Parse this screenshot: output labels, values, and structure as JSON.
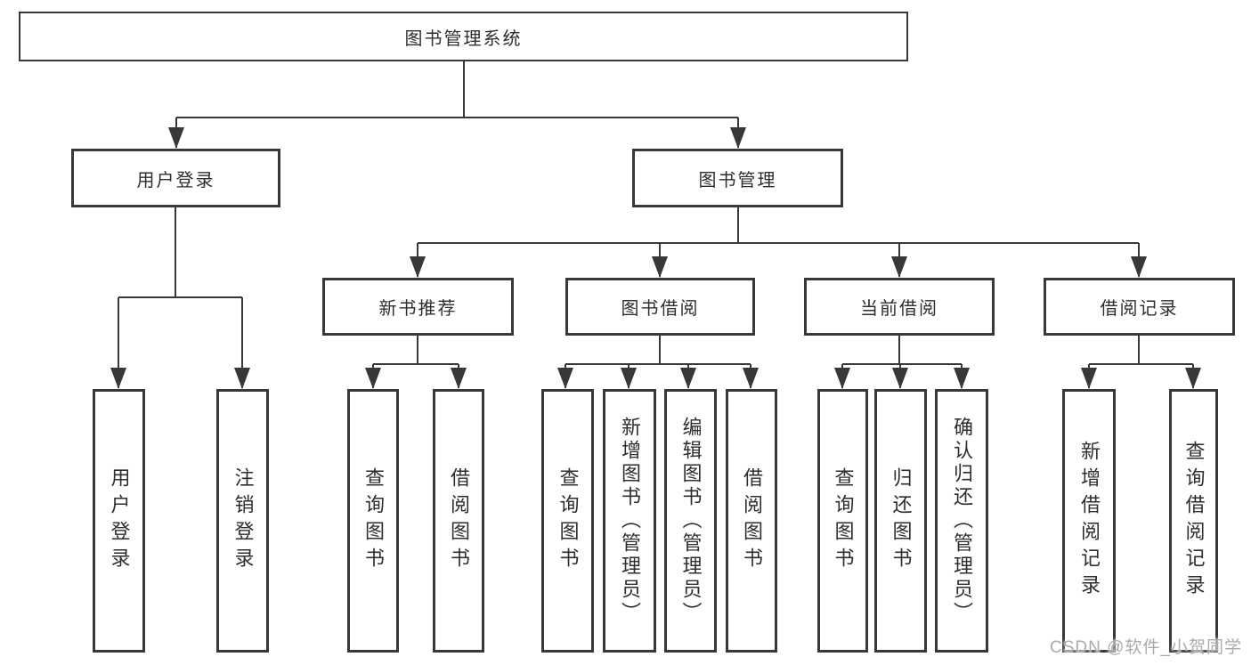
{
  "watermark": {
    "text": "CSDN @软件_小贺同学"
  },
  "colors": {
    "line": "#383838",
    "text": "#2e2e2e",
    "box_background": "#ffffff",
    "watermark": "#ababab"
  },
  "tree": {
    "label": "图书管理系统",
    "children": [
      {
        "label": "用户登录",
        "children": [
          {
            "label": "用户登录"
          },
          {
            "label": "注销登录"
          }
        ]
      },
      {
        "label": "图书管理",
        "children": [
          {
            "label": "新书推荐",
            "children": [
              {
                "label": "查询图书"
              },
              {
                "label": "借阅图书"
              }
            ]
          },
          {
            "label": "图书借阅",
            "children": [
              {
                "label": "查询图书"
              },
              {
                "label": "新增图书（管理员）"
              },
              {
                "label": "编辑图书（管理员）"
              },
              {
                "label": "借阅图书"
              }
            ]
          },
          {
            "label": "当前借阅",
            "children": [
              {
                "label": "查询图书"
              },
              {
                "label": "归还图书"
              },
              {
                "label": "确认归还（管理员）"
              }
            ]
          },
          {
            "label": "借阅记录",
            "children": [
              {
                "label": "新增借阅记录"
              },
              {
                "label": "查询借阅记录"
              }
            ]
          }
        ]
      }
    ]
  }
}
